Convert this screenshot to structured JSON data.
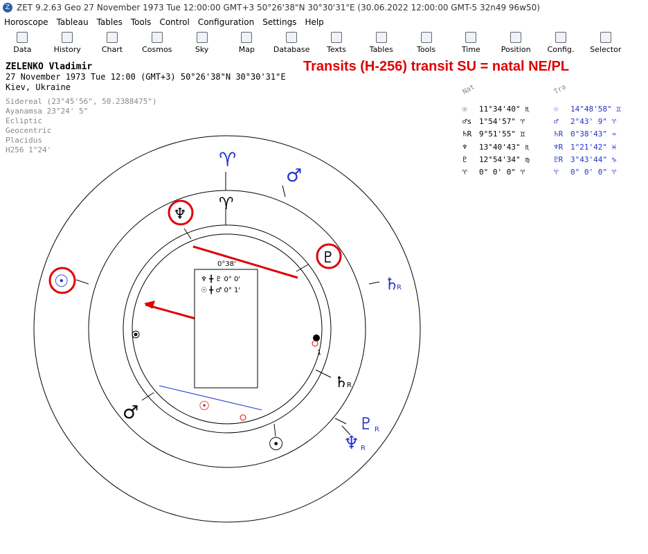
{
  "window": {
    "title": "ZET 9.2.63 Geo   27 November 1973  Tue  12:00:00 GMT+3 50°26'38\"N  30°30'31\"E  (30.06.2022  12:00:00 GMT-5 32n49 96w50)"
  },
  "menu": [
    "Horoscope",
    "Tableau",
    "Tables",
    "Tools",
    "Control",
    "Configuration",
    "Settings",
    "Help"
  ],
  "toolbar": [
    "Data",
    "History",
    "Chart",
    "Cosmos",
    "Sky",
    "Map",
    "Database",
    "Texts",
    "Tables",
    "Tools",
    "Time",
    "Position",
    "Config.",
    "Selector"
  ],
  "person": {
    "name": "ZELENKO Vladimir",
    "datetime": "27 November 1973  Tue  12:00 (GMT+3) 50°26'38\"N  30°30'31\"E",
    "place": "Kiev, Ukraine"
  },
  "settings": [
    "Sidereal (23°45'56\", 50.2388475\")",
    "Ayanamsa 23°24' 5\"",
    "Ecliptic",
    "Geocentric",
    "Placidus",
    "H256   1°24'"
  ],
  "headline": "Transits (H-256) transit SU = natal NE/PL",
  "table": {
    "nat_header": "Nat",
    "tra_header": "Tra",
    "natal": [
      {
        "glyph": "☉",
        "value": "11°34'40\" ♏"
      },
      {
        "glyph": "♂s",
        "value": " 1°54'57\" ♈"
      },
      {
        "glyph": "♄R",
        "value": " 9°51'55\" ♊"
      },
      {
        "glyph": "♆",
        "value": "13°40'43\" ♏"
      },
      {
        "glyph": "♇",
        "value": "12°54'34\" ♍"
      },
      {
        "glyph": "♈",
        "value": " 0° 0' 0\" ♈"
      }
    ],
    "transit": [
      {
        "glyph": "☉",
        "value": "14°48'58\" ♊"
      },
      {
        "glyph": "♂",
        "value": " 2°43' 9\" ♈"
      },
      {
        "glyph": "♄R",
        "value": " 0°38'43\" ♒"
      },
      {
        "glyph": "♆R",
        "value": " 1°21'42\" ♓"
      },
      {
        "glyph": "♇R",
        "value": " 3°43'44\" ♑"
      },
      {
        "glyph": "♈",
        "value": " 0° 0' 0\" ♈"
      }
    ]
  },
  "chart": {
    "arc_label": "0°38'",
    "aspect_box": [
      {
        "text": "♆ ╋ ♇   0° 0'"
      },
      {
        "text": "☉ ╋ ♂   0° 1'"
      }
    ],
    "small_label": "1",
    "outer_glyphs": [
      "♈",
      "♂",
      "♄",
      "R",
      "♇",
      "R",
      "♆",
      "R",
      "☉"
    ],
    "inner_glyphs": [
      "♈",
      "♆",
      "♇",
      "☉",
      "♄",
      "R",
      "♂",
      "☉"
    ],
    "colors": {
      "transit": "#2233cc",
      "natal": "#000000",
      "highlight": "#e00000",
      "ring": "#000000"
    }
  }
}
